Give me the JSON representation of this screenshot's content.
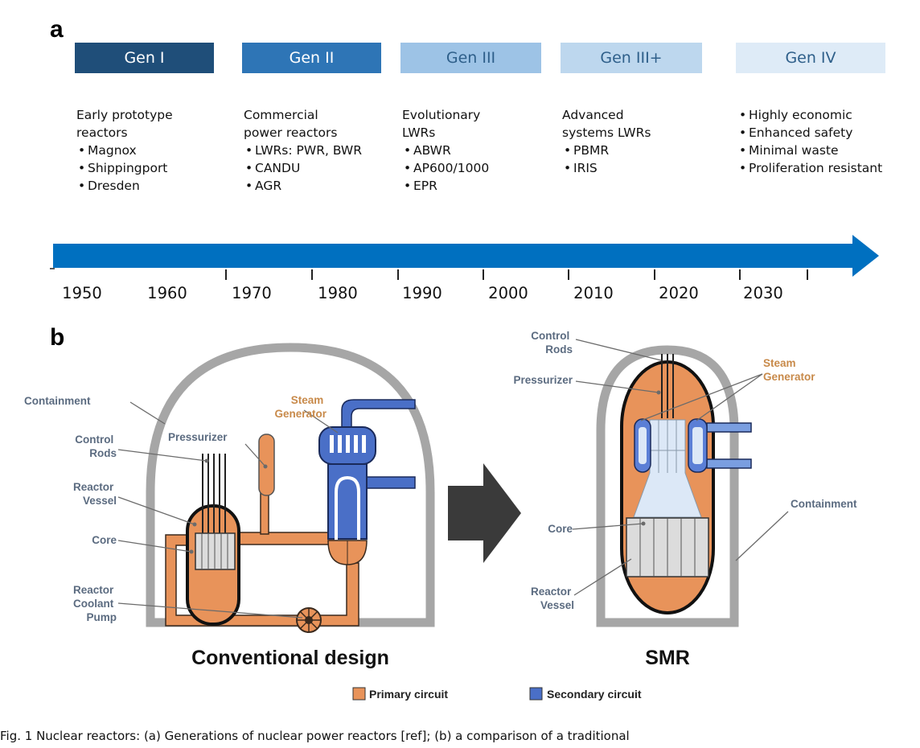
{
  "panel_a": {
    "letter": "a",
    "generations": [
      {
        "label": "Gen I",
        "color": "#1f4e79",
        "text_color": "#ffffff",
        "heading": [
          "Early prototype",
          "reactors"
        ],
        "items": [
          "Magnox",
          "Shippingport",
          "Dresden"
        ]
      },
      {
        "label": "Gen II",
        "color": "#2e75b6",
        "text_color": "#ffffff",
        "heading": [
          "Commercial",
          "power reactors"
        ],
        "items": [
          "LWRs: PWR, BWR",
          "CANDU",
          "AGR"
        ]
      },
      {
        "label": "Gen III",
        "color": "#9dc3e6",
        "text_color": "#2e5f8a",
        "heading": [
          "Evolutionary",
          "LWRs"
        ],
        "items": [
          "ABWR",
          "AP600/1000",
          "EPR"
        ]
      },
      {
        "label": "Gen III+",
        "color": "#bdd7ee",
        "text_color": "#2e5f8a",
        "heading": [
          "Advanced",
          "systems LWRs"
        ],
        "items": [
          "PBMR",
          "IRIS"
        ]
      },
      {
        "label": "Gen IV",
        "color": "#deebf7",
        "text_color": "#2e5f8a",
        "heading": [],
        "items": [
          "Highly economic",
          "Enhanced safety",
          "Minimal waste",
          "Proliferation resistant"
        ]
      }
    ],
    "timeline_color": "#0070c0",
    "years": [
      "1950",
      "1960",
      "1970",
      "1980",
      "1990",
      "2000",
      "2010",
      "2020",
      "2030"
    ]
  },
  "panel_b": {
    "letter": "b",
    "conventional": {
      "title": "Conventional design",
      "labels": {
        "containment": "Containment",
        "steam_generator": [
          "Steam",
          "Generator"
        ],
        "pressurizer": "Pressurizer",
        "control_rods": [
          "Control",
          "Rods"
        ],
        "reactor_vessel": [
          "Reactor",
          "Vessel"
        ],
        "core": "Core",
        "coolant_pump": [
          "Reactor",
          "Coolant",
          "Pump"
        ]
      }
    },
    "smr": {
      "title": "SMR",
      "labels": {
        "control_rods": [
          "Control",
          "Rods"
        ],
        "pressurizer": "Pressurizer",
        "steam_generator": [
          "Steam",
          "Generator"
        ],
        "core": "Core",
        "containment": "Containment",
        "reactor_vessel": [
          "Reactor",
          "Vessel"
        ]
      }
    },
    "legend": {
      "primary": "Primary circuit",
      "secondary": "Secondary circuit",
      "primary_color": "#e8935a",
      "secondary_color": "#4a6fc7"
    }
  },
  "caption": "Fig. 1 Nuclear reactors: (a) Generations of nuclear power reactors [ref]; (b) a comparison of a traditional"
}
